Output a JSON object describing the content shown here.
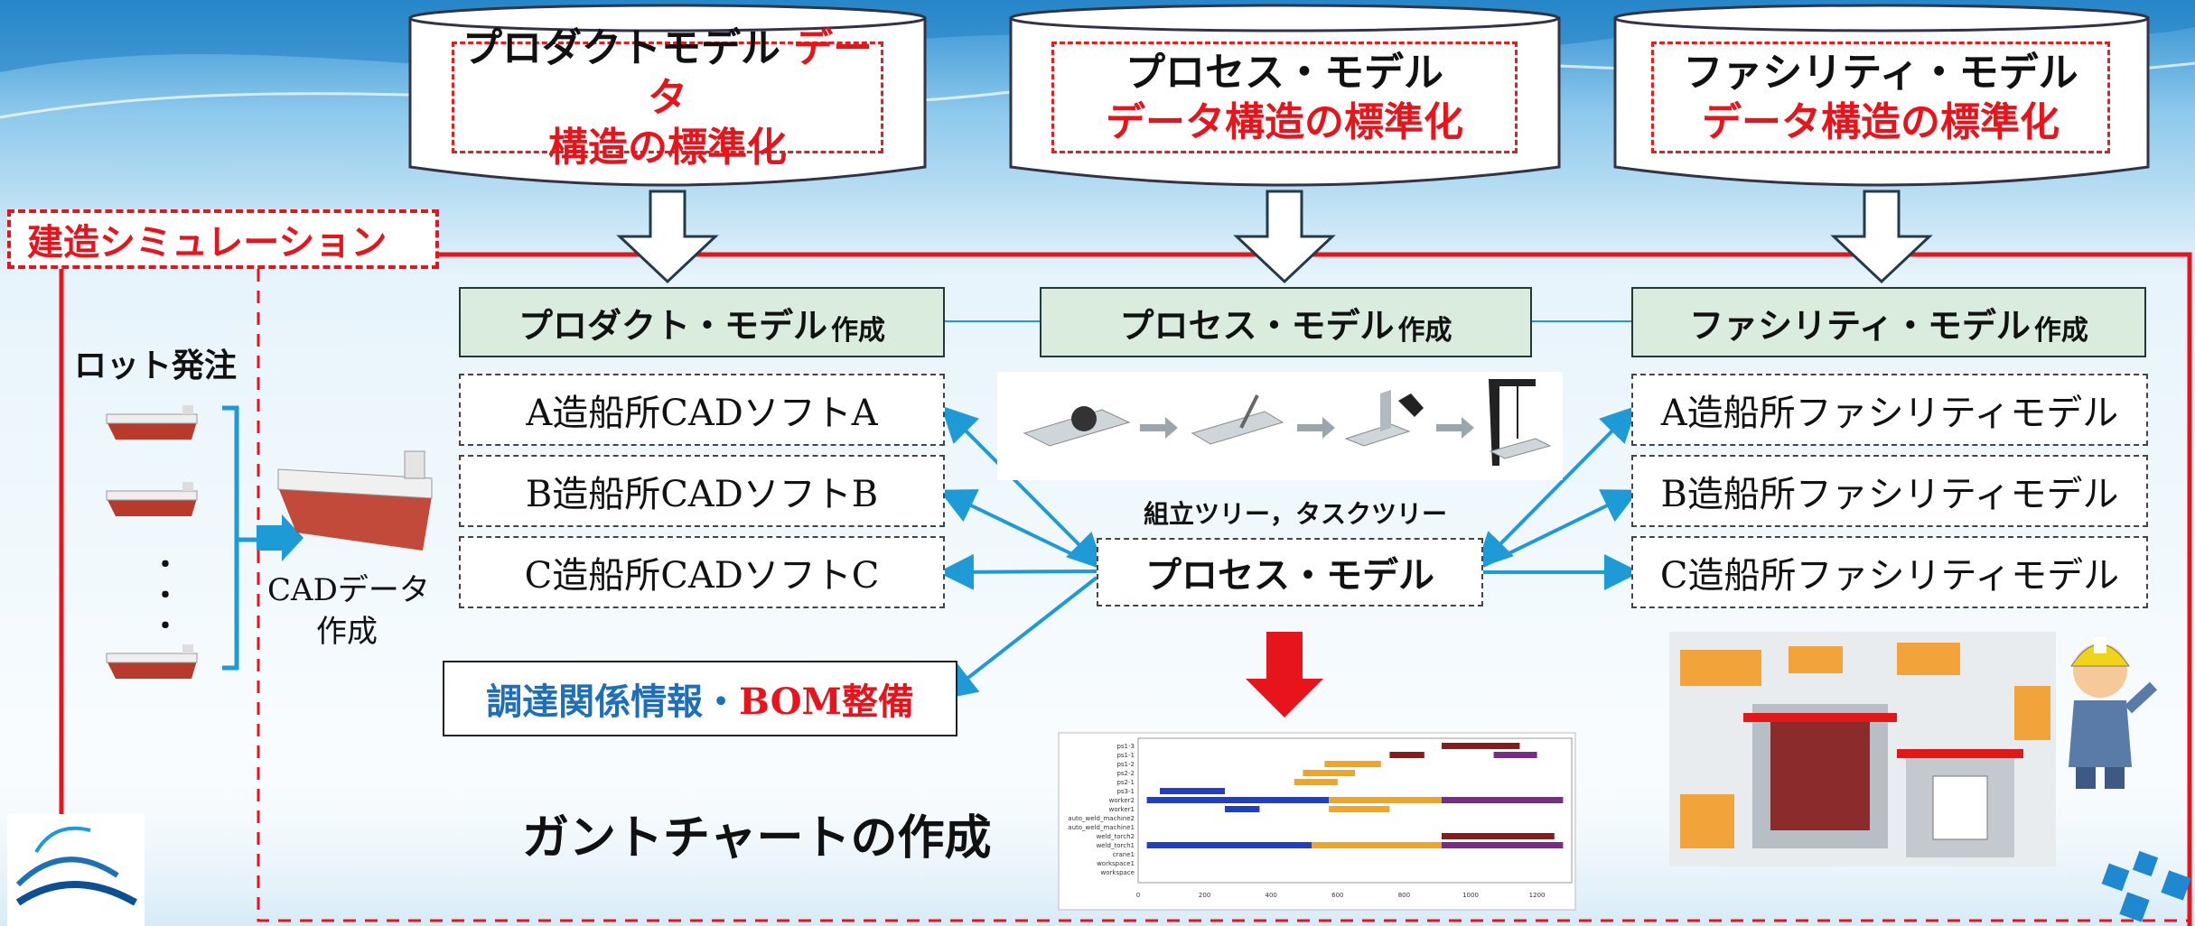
{
  "databases": [
    {
      "line1_black": "プロダクトモデル",
      "line1_red": "データ",
      "line2_black": "",
      "line2_red": "構造の標準化"
    },
    {
      "line1_black": "プロセス・モデル",
      "line1_red": "",
      "line2_black": "",
      "line2_red": "データ構造の標準化"
    },
    {
      "line1_black": "ファシリティ・モデル",
      "line1_red": "",
      "line2_black": "",
      "line2_red": "データ構造の標準化"
    }
  ],
  "simulation_label": "建造シミュレーション",
  "lot_order_label": "ロット発注",
  "lot_dots": "・\n・\n・",
  "cad_data_label_1": "CADデータ",
  "cad_data_label_2": "作成",
  "model_creation": [
    {
      "main": "プロダクト・モデル",
      "suffix": "作成"
    },
    {
      "main": "プロセス・モデル",
      "suffix": "作成"
    },
    {
      "main": "ファシリティ・モデル",
      "suffix": "作成"
    }
  ],
  "cad_software": [
    "A造船所CADソフトA",
    "B造船所CADソフトB",
    "C造船所CADソフトC"
  ],
  "facility_models": [
    "A造船所ファシリティモデル",
    "B造船所ファシリティモデル",
    "C造船所ファシリティモデル"
  ],
  "assembly_tree_label": "組立ツリー，タスクツリー",
  "process_model_center": "プロセス・モデル",
  "procurement": {
    "blue": "調達関係情報・",
    "red": "BOM整備"
  },
  "gantt_label": "ガントチャートの作成",
  "gantt_chart": {
    "rows": [
      "ps1-3",
      "ps1-1",
      "ps1-2",
      "ps2-2",
      "ps2-1",
      "ps3-1",
      "worker2",
      "worker1",
      "auto_weld_machine2",
      "auto_weld_machine1",
      "weld_torch2",
      "weld_torch1",
      "crane1",
      "workspace1",
      "workspace"
    ],
    "x_ticks": [
      "0",
      "200",
      "400",
      "600",
      "800",
      "1000",
      "1200"
    ]
  },
  "colors": {
    "red": "#e8141c",
    "blue": "#1e88d0",
    "green_fill": "#d9ecde",
    "sky": "#cfe7f6"
  }
}
